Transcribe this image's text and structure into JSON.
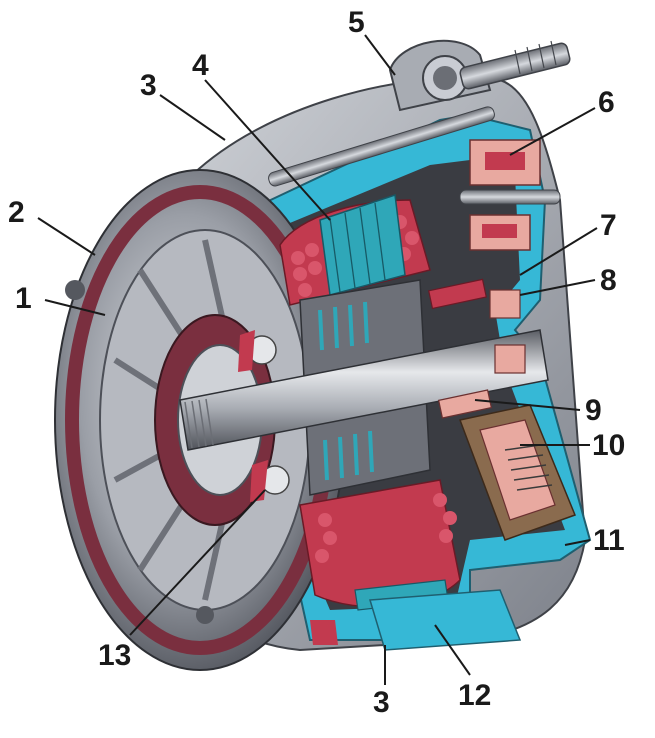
{
  "callouts": {
    "c1": "1",
    "c2": "2",
    "c3a": "3",
    "c3b": "3",
    "c4": "4",
    "c5": "5",
    "c6": "6",
    "c7": "7",
    "c8": "8",
    "c9": "9",
    "c10": "10",
    "c11": "11",
    "c12": "12",
    "c13": "13"
  },
  "colors": {
    "housing_cut": "#36b8d6",
    "metal_light": "#c9ccd3",
    "metal_mid": "#8f939c",
    "metal_dark": "#4d5058",
    "winding": "#c23a4f",
    "pulley_ring": "#7a2f3f",
    "brush_holder": "#8a6b4e",
    "brush_contact": "#e8a9a0",
    "laminations": "#2fa7b8"
  }
}
